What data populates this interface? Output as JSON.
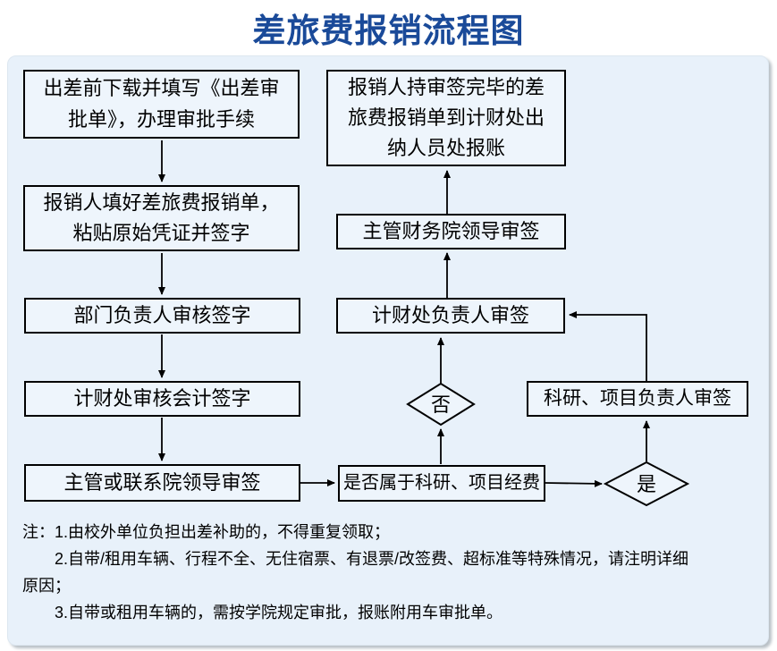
{
  "title": "差旅费报销流程图",
  "colors": {
    "title_blue": "#1a4a99",
    "canvas_bg": "#e8f1fa",
    "box_bg": "#eef5fc",
    "line_black": "#000000"
  },
  "flow": {
    "nodes": {
      "pre_trip": "出差前下载并填写《出差审批单》，办理审批手续",
      "fill_form": "报销人填好差旅费报销单，粘贴原始凭证并签字",
      "dept_head_sign": "部门负责人审核签字",
      "finance_accountant_sign": "计财处审核会计签字",
      "supervisor_dean_sign": "主管或联系院领导审签",
      "cashier_reimburse": "报销人持审签完毕的差旅费报销单到计财处出纳人员处报账",
      "finance_dean_sign": "主管财务院领导审签",
      "finance_director_sign": "计财处负责人审签",
      "is_project_fund": "是否属于科研、项目经费",
      "project_leader_sign": "科研、项目负责人审签",
      "decision_no": "否",
      "decision_yes": "是"
    },
    "notes": [
      "注：1.由校外单位负担出差补助的，不得重复领取；",
      "　　2.自带/租用车辆、行程不全、无住宿票、有退票/改签费、超标准等特殊情况，请注明详细",
      "原因；",
      "　　3.自带或租用车辆的，需按学院规定审批，报账附用车审批单。"
    ]
  }
}
